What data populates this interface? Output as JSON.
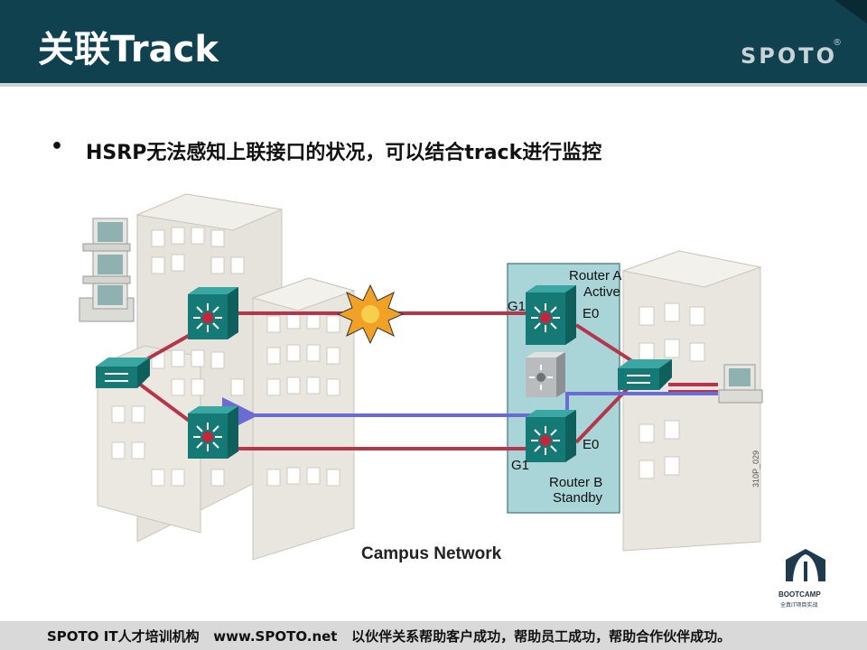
{
  "header": {
    "title": "关联Track",
    "logo": "SPOTO",
    "logo_mark": "®"
  },
  "bullet": {
    "symbol": "•",
    "text": "HSRP无法感知上联接口的状况，可以结合track进行监控"
  },
  "diagram": {
    "router_a_name": "Router A",
    "router_a_state": "Active",
    "router_b_name": "Router B",
    "router_b_state": "Standby",
    "iface_g1_top": "G1",
    "iface_e0_top": "E0",
    "iface_e0_bottom": "E0",
    "iface_g1_bottom": "G1",
    "caption": "Campus Network",
    "figure_id": "310P_029"
  },
  "badge": {
    "name": "BOOTCAMP",
    "subtitle": "全真IT项目实战"
  },
  "footer": {
    "text": "SPOTO IT人才培训机构   www.SPOTO.net   以伙伴关系帮助客户成功，帮助员工成功，帮助合作伙伴成功。"
  },
  "colors": {
    "header_bg": "#10414f",
    "link_red": "#b5364a",
    "link_blue": "#6b6bd4",
    "router_teal": "#1b8a86",
    "hsrp_box": "#a9d5d8"
  }
}
